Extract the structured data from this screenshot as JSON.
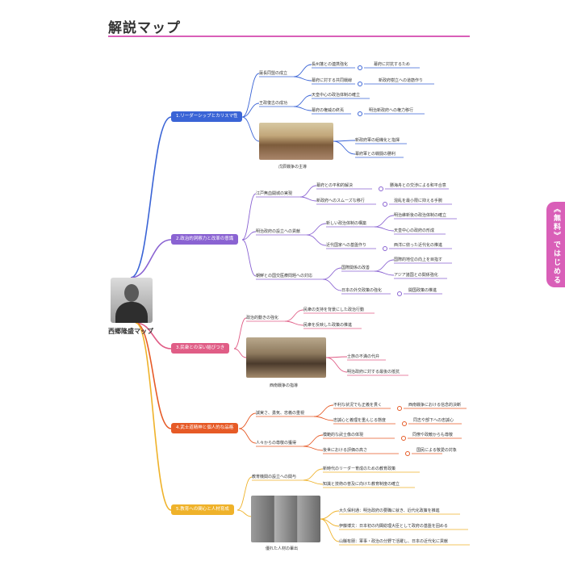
{
  "page": {
    "title": "解説マップ"
  },
  "root": {
    "label": "西郷隆盛マップ"
  },
  "side_tab": {
    "label": "《無料》ではじめる"
  },
  "colors": {
    "b1": "#3a64d6",
    "b2": "#8a63d2",
    "b3": "#e05d86",
    "b4": "#e65a26",
    "b5": "#efb22a",
    "accent": "#d95fb8"
  },
  "branches": [
    {
      "label": "1.リーダーシップとカリスマ性",
      "children": [
        {
          "label": "薩長同盟の成立",
          "children": [
            {
              "label": "長州藩との連携強化",
              "children": [
                {
                  "label": "幕府に対抗するため"
                }
              ]
            },
            {
              "label": "幕府に対する共同戦線",
              "children": [
                {
                  "label": "新政府樹立への道筋作り"
                }
              ]
            }
          ]
        },
        {
          "label": "王政復古の成功",
          "children": [
            {
              "label": "天皇中心の政治体制の確立"
            },
            {
              "label": "幕府の権威の終焉",
              "children": [
                {
                  "label": "明治新政府への権力移行"
                }
              ]
            }
          ]
        }
      ],
      "image": {
        "caption": "戊辰戦争の主導"
      },
      "image_children": [
        {
          "label": "新政府軍の組織化と指揮"
        },
        {
          "label": "幕府軍との戦闘の勝利"
        }
      ]
    },
    {
      "label": "2.政治的洞察力と改革の意識",
      "children": [
        {
          "label": "江戸無血開城の実現",
          "children": [
            {
              "label": "幕府との平和的解決",
              "children": [
                {
                  "label": "勝海舟との交渉による和平合意"
                }
              ]
            },
            {
              "label": "新政府へのスムーズな移行",
              "children": [
                {
                  "label": "混乱を最小限に抑える手腕"
                }
              ]
            }
          ]
        },
        {
          "label": "明治政府の設立への貢献",
          "children": [
            {
              "label": "新しい政治体制の構築",
              "children": [
                {
                  "label": "明治維新後の政治体制の確立"
                },
                {
                  "label": "天皇中心の政府の形成"
                }
              ]
            },
            {
              "label": "近代国家への基盤作り",
              "children": [
                {
                  "label": "西洋に倣った近代化の推進"
                }
              ]
            }
          ]
        },
        {
          "label": "朝鮮との国交医療問題への対応",
          "children": [
            {
              "label": "国際関係の改善",
              "children": [
                {
                  "label": "国際的地位の向上を目指す"
                },
                {
                  "label": "アジア諸国との関係強化"
                }
              ]
            },
            {
              "label": "日本の外交政策の強化",
              "children": [
                {
                  "label": "開国政策の推進"
                }
              ]
            }
          ]
        }
      ]
    },
    {
      "label": "3.民衆との深い結びつき",
      "children": [
        {
          "label": "政治的動きの強化",
          "children": [
            {
              "label": "民衆の支持を背景にした政治行動"
            },
            {
              "label": "民衆を反映した政策の推進"
            }
          ]
        }
      ],
      "image": {
        "caption": "西南戦争の指導"
      },
      "image_children": [
        {
          "label": "士族の不満の代弁"
        },
        {
          "label": "明治政府に対する最後の抵抗"
        }
      ]
    },
    {
      "label": "4.武士道精神と個人的な品格",
      "children": [
        {
          "label": "誠実さ、勇気、忠義の重視",
          "children": [
            {
              "label": "不利な状況でも正義を貫く",
              "children": [
                {
                  "label": "西南戦争における信念的決断"
                }
              ]
            },
            {
              "label": "忠誠心と義理を重んじる態度",
              "children": [
                {
                  "label": "同志や部下への忠誠心"
                }
              ]
            }
          ]
        },
        {
          "label": "人々からの尊敬の獲得",
          "children": [
            {
              "label": "模範的な武士像の体現",
              "children": [
                {
                  "label": "同僚や政敵からも尊敬"
                }
              ]
            },
            {
              "label": "後世における評価の高さ",
              "children": [
                {
                  "label": "国民による敬愛の対象"
                }
              ]
            }
          ]
        }
      ]
    },
    {
      "label": "5.教育への関心と人材育成",
      "children": [
        {
          "label": "教育機関の設立への関与",
          "children": [
            {
              "label": "新時代のリーダー育成のための教育政策"
            },
            {
              "label": "知識と技術の普及に向けた教育制度の確立"
            }
          ]
        }
      ],
      "image": {
        "caption": "優れた人材の輩出"
      },
      "image_children": [
        {
          "label": "大久保利通：明治政府の要職に就き、近代化政策を推進"
        },
        {
          "label": "伊藤博文：日本初の内閣総理大臣として政府の基盤を固める"
        },
        {
          "label": "山縣有朋：軍事・政治の分野で活躍し、日本の近代化に貢献"
        }
      ]
    }
  ]
}
